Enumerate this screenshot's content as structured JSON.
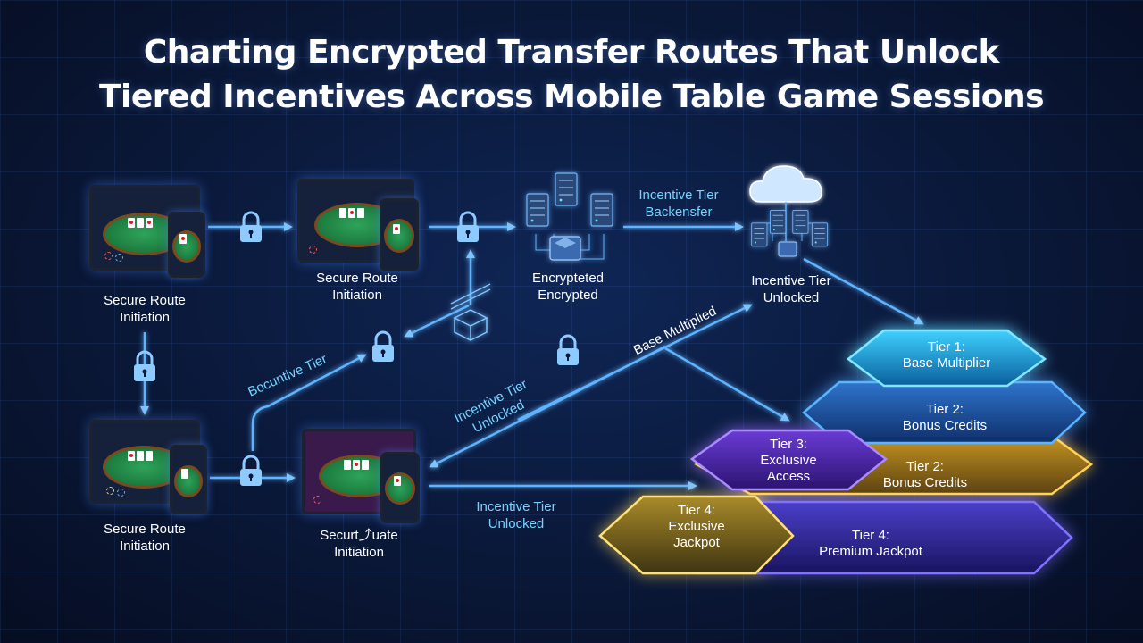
{
  "title": {
    "line1": "Charting Encrypted Transfer Routes That Unlock",
    "line2": "Tiered Incentives Across Mobile Table Game Sessions"
  },
  "nodes": {
    "device_top_left": {
      "line1": "Secure Route",
      "line2": "Initiation"
    },
    "device_top_mid": {
      "line1": "Secure Route",
      "line2": "Initiation"
    },
    "device_bottom_left": {
      "line1": "Secure Route",
      "line2": "Initiation"
    },
    "device_bottom_mid": {
      "line1": "Securt⤴uate",
      "line2": "Initiation"
    },
    "server_cluster": {
      "line1": "Encryptеted",
      "line2": "Encrypted"
    },
    "cloud_cluster": {
      "line1": "Incentive Tier",
      "line2": "Unlocked"
    }
  },
  "edge_labels": {
    "backend": {
      "line1": "Incentive Tier",
      "line2": "Backensfer"
    },
    "bocuntive": "Bocuntive Tier",
    "base_multiplied": "Base Multiplied",
    "unlocked_diag": {
      "line1": "Incentive Tier",
      "line2": "Unlocked"
    },
    "unlocked_bottom": {
      "line1": "Incentive Tier",
      "line2": "Unlocked"
    }
  },
  "tiers": [
    {
      "id": "tier1",
      "line1": "Tier 1:",
      "line2": "Base Multiplier",
      "color": "#1fb7ff"
    },
    {
      "id": "tier2a",
      "line1": "Tier 2:",
      "line2": "Bonus Credits",
      "color": "#3a8df0"
    },
    {
      "id": "tier3",
      "line1": "Tier 3:",
      "line2": "Exclusive",
      "line3": "Access",
      "color": "#7b3ff0"
    },
    {
      "id": "tier2b",
      "line1": "Tier 2:",
      "line2": "Bonus Credits",
      "color": "#d8a630"
    },
    {
      "id": "tier4a",
      "line1": "Tier 4:",
      "line2": "Exclusive",
      "line3": "Jackpot",
      "color": "#f0c23a"
    },
    {
      "id": "tier4b",
      "line1": "Tier 4:",
      "line2": "Premium Jackpot",
      "color": "#5a4ae0"
    }
  ],
  "colors": {
    "background": "#0a1838",
    "flow_line": "#5fb4ff",
    "accent_cyan": "#74d4ff",
    "lock": "#8ccaff"
  },
  "icons": [
    "lock-icon",
    "server-icon",
    "cloud-icon",
    "tablet-icon",
    "phone-icon",
    "package-icon"
  ]
}
